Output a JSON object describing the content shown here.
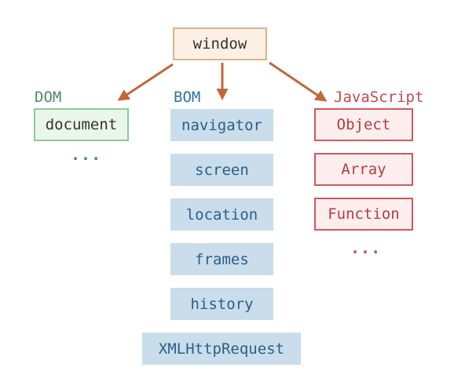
{
  "root": {
    "label": "window"
  },
  "groups": {
    "dom": {
      "label": "DOM",
      "items": [
        "document"
      ],
      "ellipsis": "..."
    },
    "bom": {
      "label": "BOM",
      "items": [
        "navigator",
        "screen",
        "location",
        "frames",
        "history",
        "XMLHttpRequest"
      ]
    },
    "js": {
      "label": "JavaScript",
      "items": [
        "Object",
        "Array",
        "Function"
      ],
      "ellipsis": "..."
    }
  },
  "colors": {
    "arrow": "#c0683a",
    "window_fill": "#fcefe3",
    "window_border": "#dbb48e",
    "dom_fill": "#eaf6ea",
    "dom_border": "#8fc996",
    "bom_fill": "#c9ddeb",
    "js_fill": "#fdeeee",
    "js_border": "#d3575f"
  }
}
